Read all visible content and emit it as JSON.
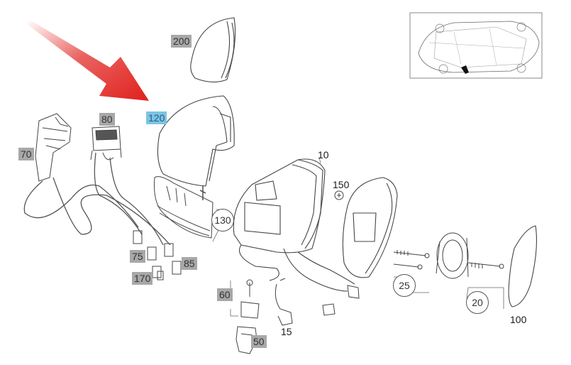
{
  "diagram": {
    "highlighted_part": "120",
    "callouts": [
      {
        "id": "200",
        "style": "gray"
      },
      {
        "id": "120",
        "style": "blue"
      },
      {
        "id": "80",
        "style": "gray"
      },
      {
        "id": "70",
        "style": "gray"
      },
      {
        "id": "10",
        "style": "plain"
      },
      {
        "id": "150",
        "style": "plain"
      },
      {
        "id": "130",
        "style": "circle"
      },
      {
        "id": "75",
        "style": "gray"
      },
      {
        "id": "85",
        "style": "gray"
      },
      {
        "id": "170",
        "style": "gray"
      },
      {
        "id": "60",
        "style": "gray"
      },
      {
        "id": "15",
        "style": "plain"
      },
      {
        "id": "50",
        "style": "gray"
      },
      {
        "id": "25",
        "style": "circle"
      },
      {
        "id": "20",
        "style": "circle"
      },
      {
        "id": "100",
        "style": "plain"
      }
    ],
    "colors": {
      "arrow": "#e0201c",
      "highlight": "#7ec3e3",
      "label_bg": "#a8a8a8",
      "line": "#444444"
    }
  }
}
